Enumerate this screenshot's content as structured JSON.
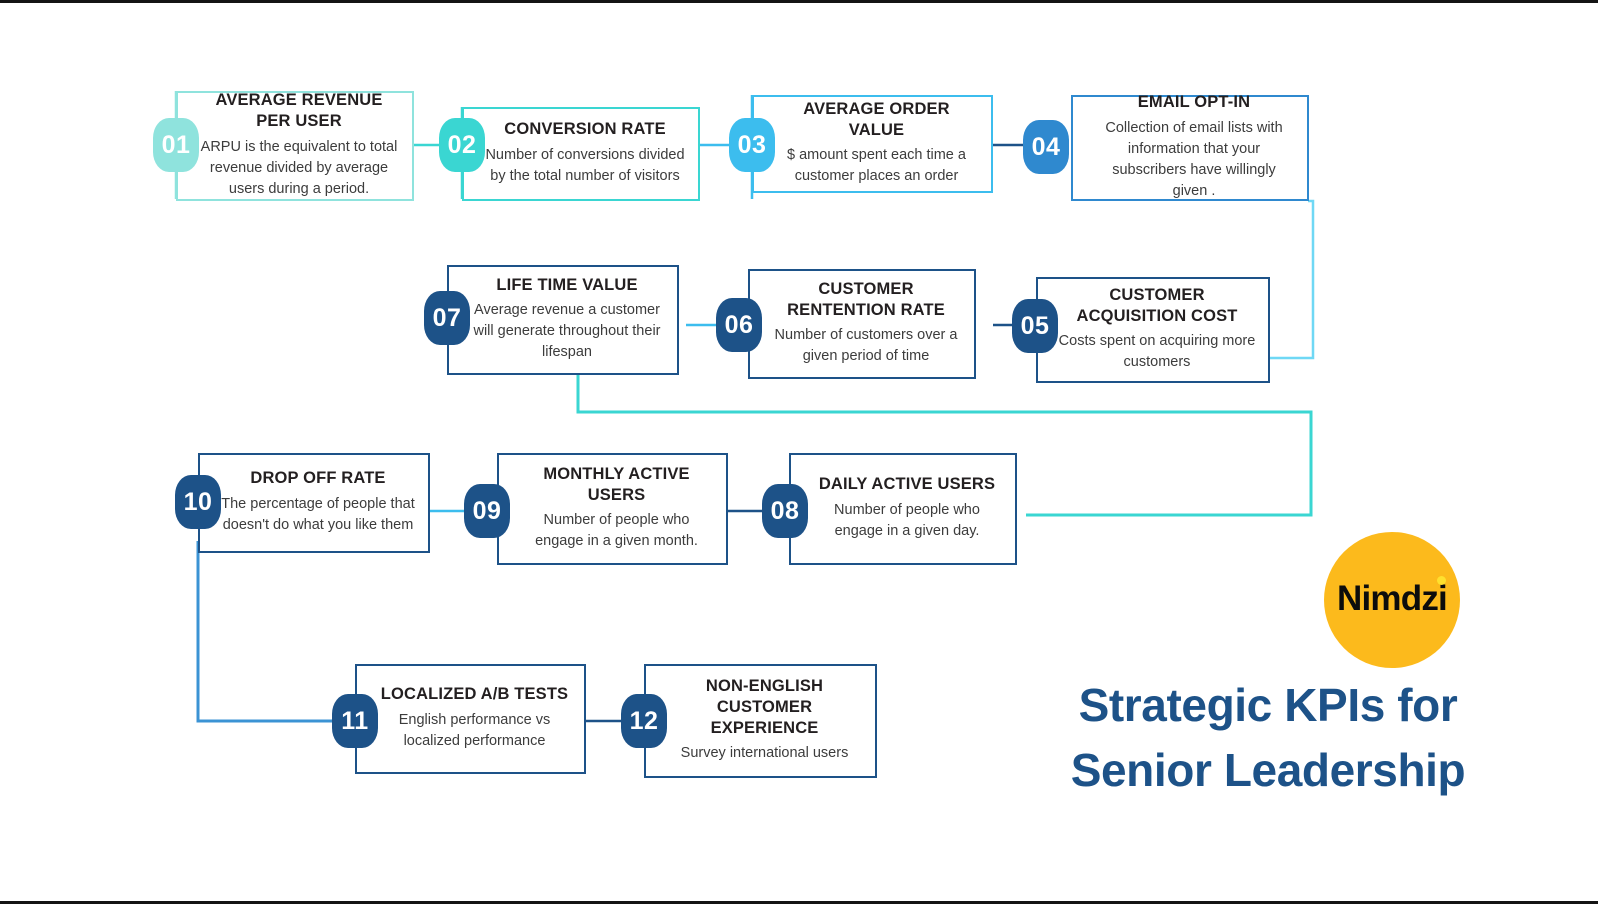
{
  "palette": {
    "aqua_light": "#8fe3dd",
    "teal": "#3ad6d2",
    "sky": "#3cbdee",
    "blue": "#2f89cf",
    "navy": "#1d5288",
    "amber": "#fcba1c",
    "amber_dot": "#ffe02e",
    "title_blue": "#1d5288",
    "text_dark": "#231f20"
  },
  "brand": {
    "logo_text": "Nimdzi",
    "headline_line1": "Strategic KPIs for",
    "headline_line2": "Senior Leadership"
  },
  "kpis": [
    {
      "number": "01",
      "title": "AVERAGE REVENUE PER USER",
      "desc": "ARPU is the equivalent to total revenue divided by average users during a period.",
      "color": "#8fe3dd"
    },
    {
      "number": "02",
      "title": "CONVERSION RATE",
      "desc": "Number of conversions divided by the total number of visitors",
      "color": "#3ad6d2"
    },
    {
      "number": "03",
      "title": "AVERAGE ORDER VALUE",
      "desc": "$ amount spent each time a customer places an order",
      "color": "#3cbdee"
    },
    {
      "number": "04",
      "title": "EMAIL OPT-IN",
      "desc": "Collection of email lists with information that your subscribers have willingly given .",
      "color": "#2f89cf"
    },
    {
      "number": "05",
      "title": "CUSTOMER ACQUISITION COST",
      "desc": "Costs spent on acquiring more customers",
      "color": "#1d5288"
    },
    {
      "number": "06",
      "title": "CUSTOMER RENTENTION RATE",
      "desc": "Number of customers  over a given period of time",
      "color": "#1d5288"
    },
    {
      "number": "07",
      "title": "LIFE TIME VALUE",
      "desc": "Average revenue  a customer will generate throughout their lifespan",
      "color": "#1d5288"
    },
    {
      "number": "08",
      "title": "DAILY ACTIVE USERS",
      "desc": "Number of people who engage in a given day.",
      "color": "#1d5288"
    },
    {
      "number": "09",
      "title": "MONTHLY ACTIVE USERS",
      "desc": "Number of people who engage in a given month.",
      "color": "#1d5288"
    },
    {
      "number": "10",
      "title": "DROP OFF RATE",
      "desc": "The percentage of people that doesn't do what you like them",
      "color": "#1d5288"
    },
    {
      "number": "11",
      "title": "LOCALIZED A/B TESTS",
      "desc": "English performance vs localized performance",
      "color": "#1d5288"
    },
    {
      "number": "12",
      "title": "NON-ENGLISH CUSTOMER EXPERIENCE",
      "desc": "Survey international users",
      "color": "#1d5288"
    }
  ]
}
